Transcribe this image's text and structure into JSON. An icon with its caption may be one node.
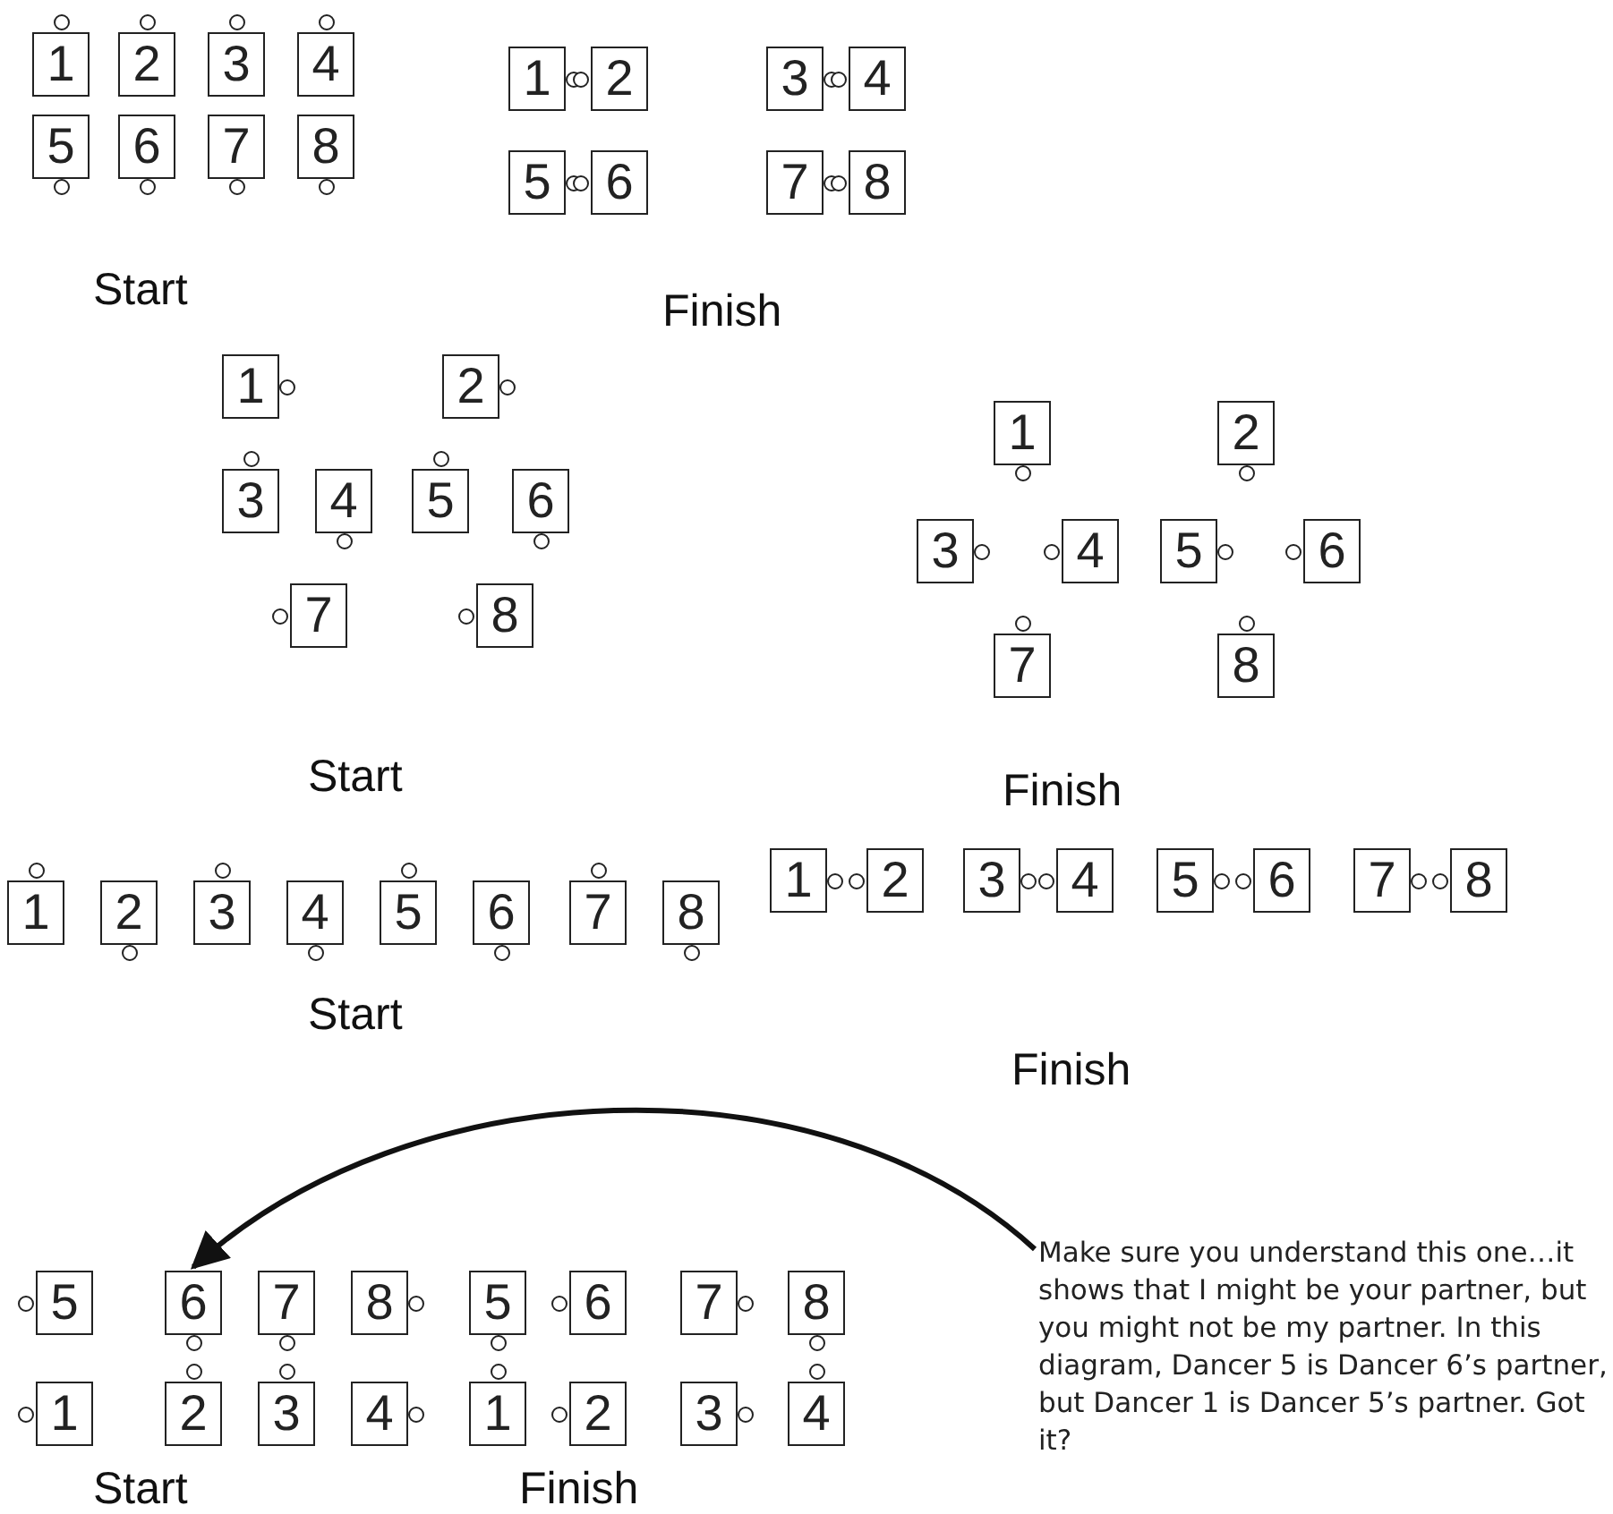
{
  "diagram": {
    "nodes": [
      {
        "text": [
          "1"
        ]
      },
      {
        "text": [
          "2"
        ]
      },
      {
        "text": [
          "3"
        ]
      },
      {
        "text": [
          "4"
        ]
      },
      {
        "text": [
          "5"
        ]
      },
      {
        "text": [
          "6"
        ]
      },
      {
        "text": [
          "7"
        ]
      },
      {
        "text": [
          "8"
        ]
      },
      {
        "text": [
          "1"
        ]
      },
      {
        "text": [
          "2"
        ]
      },
      {
        "text": [
          "3"
        ]
      },
      {
        "text": [
          "4"
        ]
      },
      {
        "text": [
          "5"
        ]
      },
      {
        "text": [
          "6"
        ]
      },
      {
        "text": [
          "7"
        ]
      },
      {
        "text": [
          "8"
        ]
      },
      {
        "text": [
          "1"
        ]
      },
      {
        "text": [
          "2"
        ]
      },
      {
        "text": [
          "3"
        ]
      },
      {
        "text": [
          "4"
        ]
      },
      {
        "text": [
          "5"
        ]
      },
      {
        "text": [
          "6"
        ]
      },
      {
        "text": [
          "7"
        ]
      },
      {
        "text": [
          "8"
        ]
      },
      {
        "text": [
          "1"
        ]
      },
      {
        "text": [
          "2"
        ]
      },
      {
        "text": [
          "3"
        ]
      },
      {
        "text": [
          "4"
        ]
      },
      {
        "text": [
          "5"
        ]
      },
      {
        "text": [
          "6"
        ]
      },
      {
        "text": [
          "7"
        ]
      },
      {
        "text": [
          "8"
        ]
      },
      {
        "text": [
          "1"
        ]
      },
      {
        "text": [
          "2"
        ]
      },
      {
        "text": [
          "3"
        ]
      },
      {
        "text": [
          "4"
        ]
      },
      {
        "text": [
          "5"
        ]
      },
      {
        "text": [
          "6"
        ]
      },
      {
        "text": [
          "7"
        ]
      },
      {
        "text": [
          "8"
        ]
      },
      {
        "text": [
          "1"
        ]
      },
      {
        "text": [
          "2"
        ]
      },
      {
        "text": [
          "3"
        ]
      },
      {
        "text": [
          "4"
        ]
      },
      {
        "text": [
          "5"
        ]
      },
      {
        "text": [
          "6"
        ]
      },
      {
        "text": [
          "7"
        ]
      },
      {
        "text": [
          "8"
        ]
      },
      {
        "text": [
          "5"
        ]
      },
      {
        "text": [
          "6"
        ]
      },
      {
        "text": [
          "7"
        ]
      },
      {
        "text": [
          "8"
        ]
      },
      {
        "text": [
          "1"
        ]
      },
      {
        "text": [
          "2"
        ]
      },
      {
        "text": [
          "3"
        ]
      },
      {
        "text": [
          "4"
        ]
      },
      {
        "text": [
          "5"
        ]
      },
      {
        "text": [
          "6"
        ]
      },
      {
        "text": [
          "7"
        ]
      },
      {
        "text": [
          "8"
        ]
      },
      {
        "text": [
          "1"
        ]
      },
      {
        "text": [
          "2"
        ]
      },
      {
        "text": [
          "3"
        ]
      },
      {
        "text": [
          "4"
        ]
      },
      {
        "text": [
          "Make sure you understand this one…it shows that I might be your partner, but you might not be my partner. In this diagram, Dancer 5 is Dancer 6’s partner, but Dancer 1 is Dancer 5’s partner. Got it?"
        ]
      }
    ],
    "edges": [
      {
        "from": 64,
        "to": 49,
        "arrow": "to"
      }
    ],
    "labels": [
      "Start",
      "Finish",
      "Start",
      "Finish",
      "Start",
      "Finish",
      "Start",
      "Finish"
    ]
  }
}
